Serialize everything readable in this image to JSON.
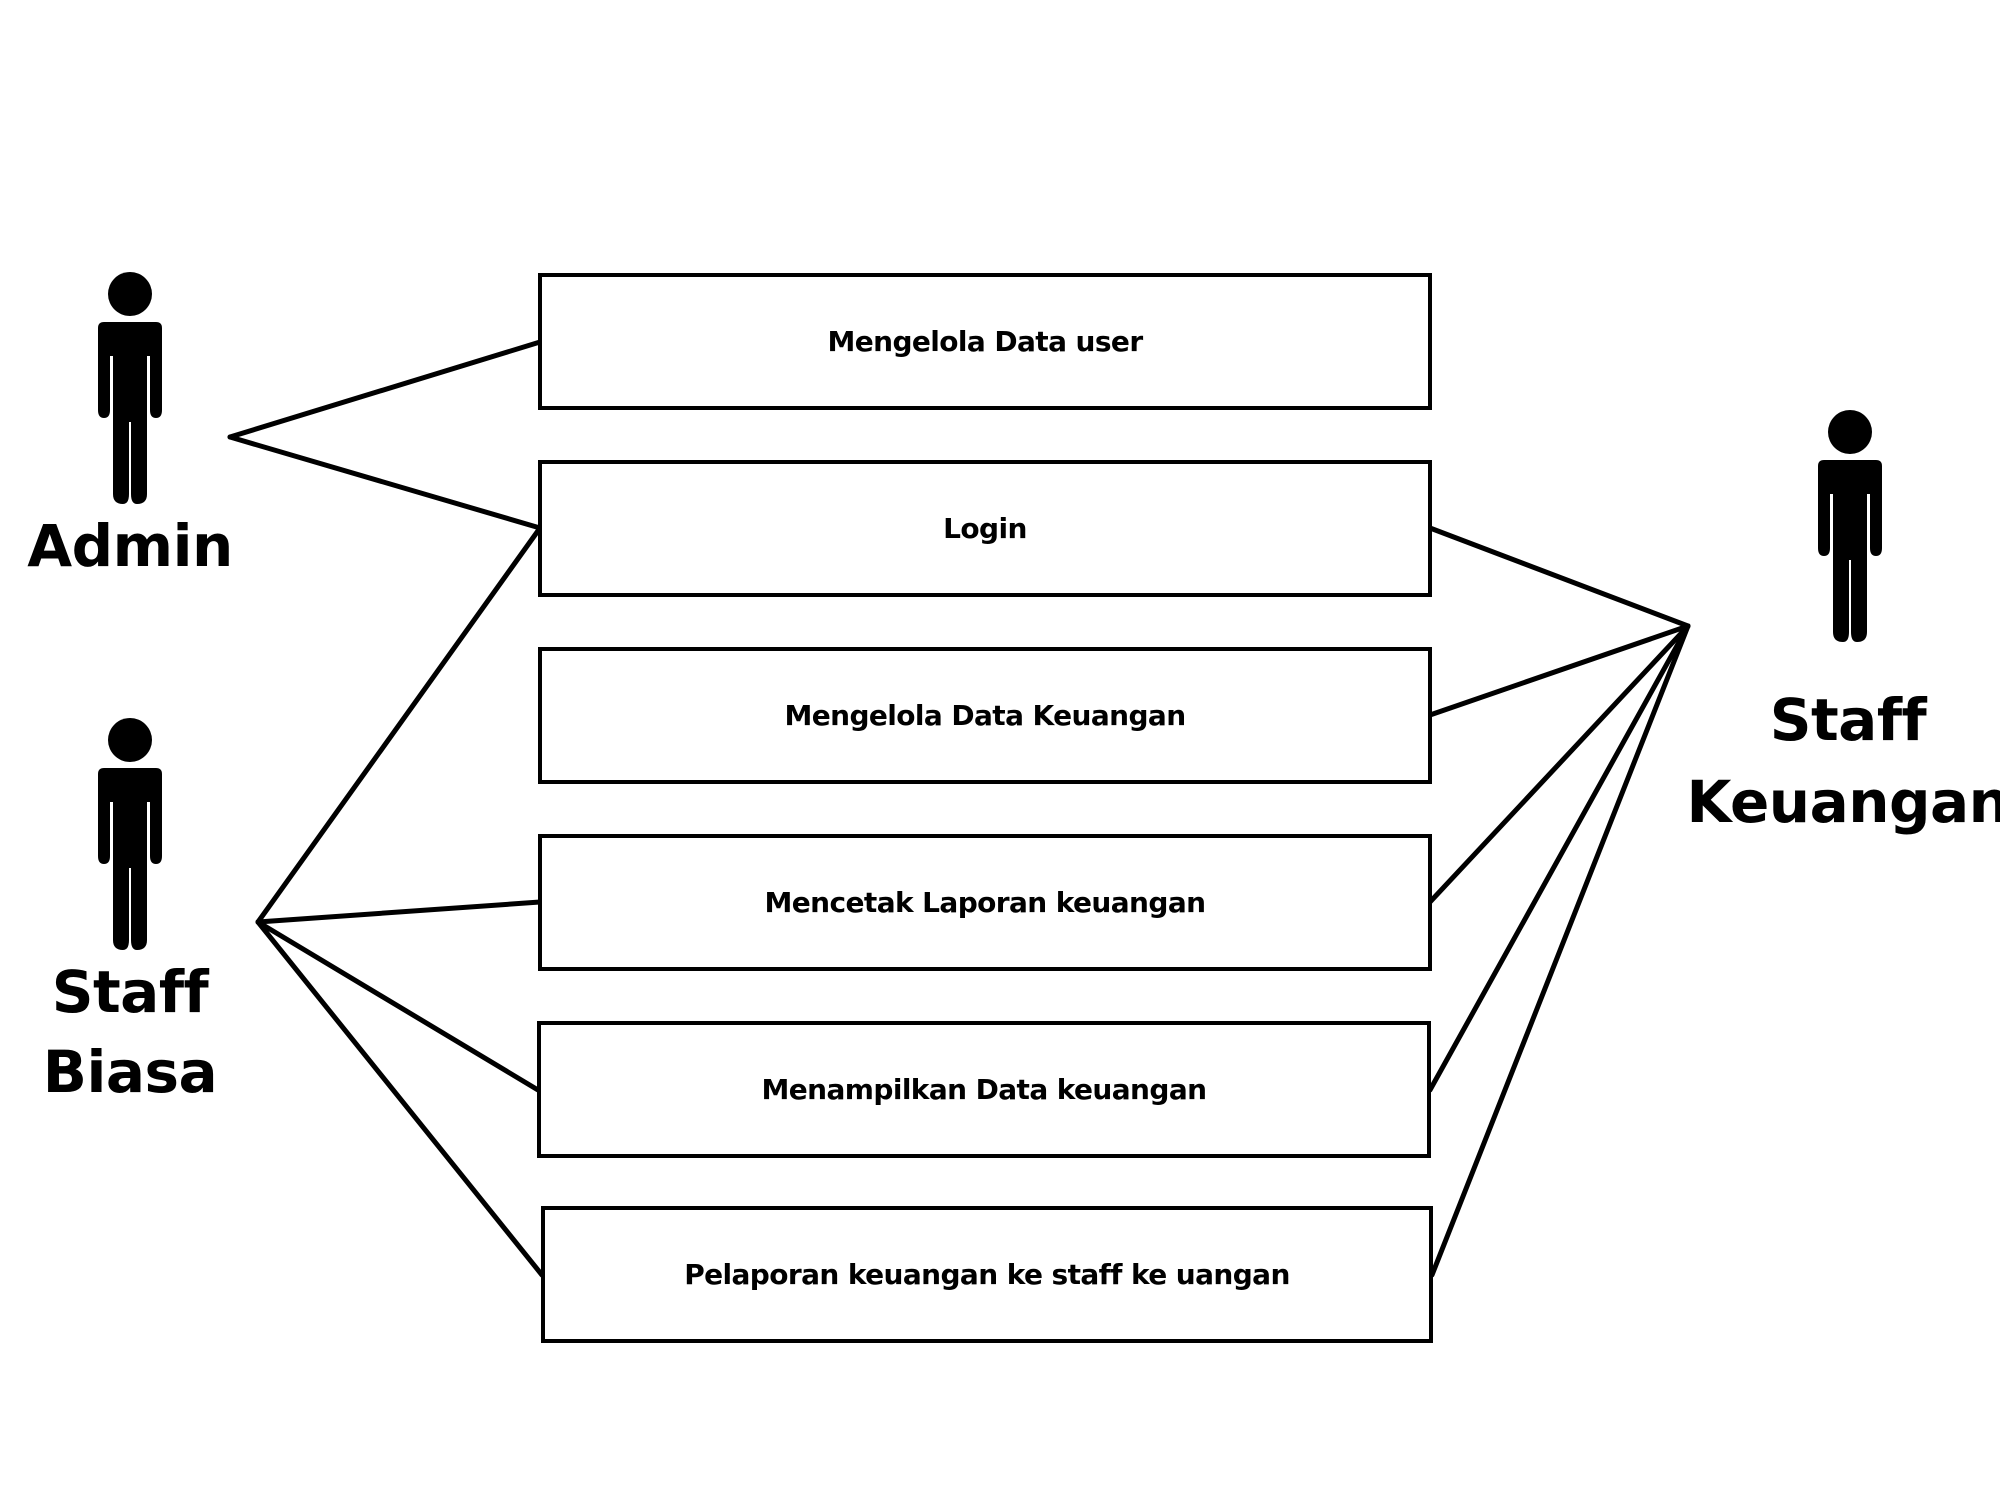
{
  "actors": {
    "admin": {
      "name": "Admin",
      "icon": "person-icon"
    },
    "staff_biasa": {
      "name_line1": "Staff",
      "name_line2": "Biasa",
      "icon": "person-icon"
    },
    "staff_keuangan": {
      "name_line1": "Staff",
      "name_line2": "Keuangan",
      "icon": "person-icon"
    }
  },
  "use_cases": [
    {
      "label": "Mengelola Data user"
    },
    {
      "label": "Login"
    },
    {
      "label": "Mengelola Data Keuangan"
    },
    {
      "label": "Mencetak Laporan keuangan"
    },
    {
      "label": "Menampilkan Data keuangan"
    },
    {
      "label": "Pelaporan keuangan ke staff ke uangan"
    }
  ],
  "associations": [
    {
      "actor": "Admin",
      "use_case": "Mengelola Data user"
    },
    {
      "actor": "Admin",
      "use_case": "Login"
    },
    {
      "actor": "Staff Biasa",
      "use_case": "Login"
    },
    {
      "actor": "Staff Biasa",
      "use_case": "Mencetak Laporan keuangan"
    },
    {
      "actor": "Staff Biasa",
      "use_case": "Menampilkan Data keuangan"
    },
    {
      "actor": "Staff Biasa",
      "use_case": "Pelaporan keuangan ke staff ke uangan"
    },
    {
      "actor": "Staff Keuangan",
      "use_case": "Login"
    },
    {
      "actor": "Staff Keuangan",
      "use_case": "Mengelola Data Keuangan"
    },
    {
      "actor": "Staff Keuangan",
      "use_case": "Mencetak Laporan keuangan"
    },
    {
      "actor": "Staff Keuangan",
      "use_case": "Menampilkan Data keuangan"
    },
    {
      "actor": "Staff Keuangan",
      "use_case": "Pelaporan keuangan ke staff ke uangan"
    }
  ],
  "colors": {
    "stroke": "#000000",
    "background": "#ffffff"
  }
}
